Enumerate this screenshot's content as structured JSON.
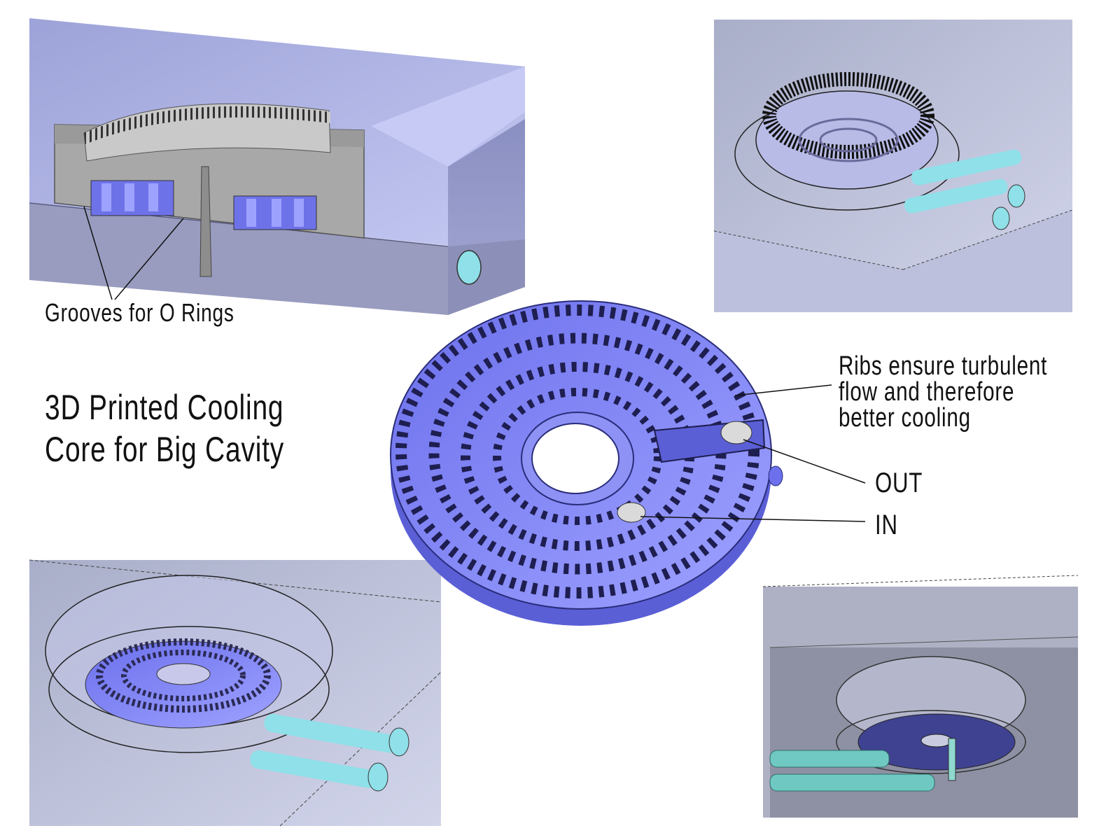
{
  "title": "3D Printed Cooling\nCore for Big Cavity",
  "callouts": {
    "grooves": "Grooves for O Rings",
    "ribs": "Ribs ensure turbulent\nflow and therefore\nbetter cooling",
    "out": "OUT",
    "in": "IN"
  },
  "colors": {
    "mold_block": "#a8aee0",
    "cut_section": "#a9a9a9",
    "cooling_core": "#7b7ef0",
    "pipes": "#8fe0e8"
  }
}
